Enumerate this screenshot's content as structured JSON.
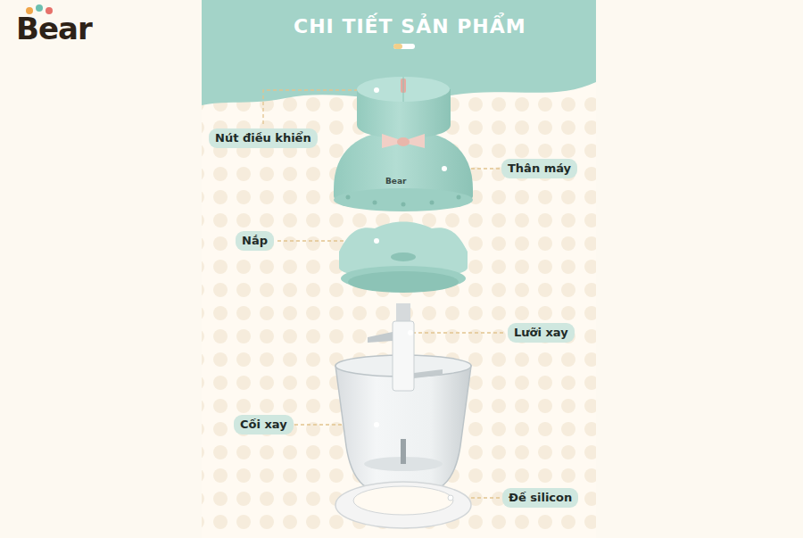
{
  "diagram": {
    "title": "CHI TIẾT SẢN PHẨM",
    "labels": [
      "Bear",
      "Nút điều khiển",
      "Thân máy",
      "Nắp",
      "Lưỡi xay",
      "Cối xay",
      "Đế silicon",
      "Bear"
    ]
  }
}
